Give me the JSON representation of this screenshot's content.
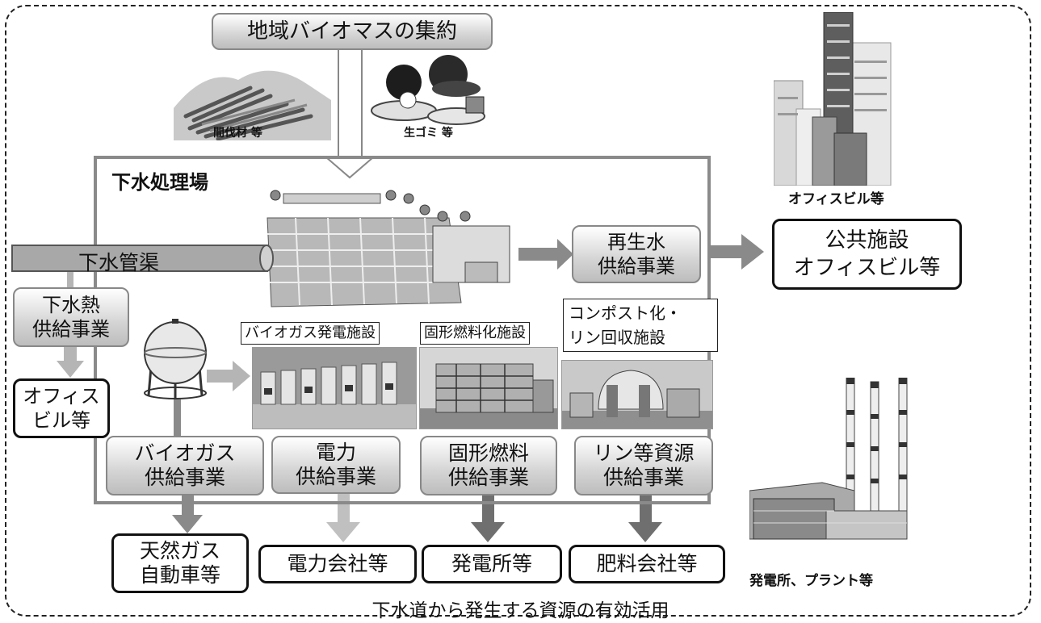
{
  "top_box": "地域バイオマスの集約",
  "thinning_caption": "間伐材 等",
  "garbage_caption": "生ゴミ 等",
  "plant_title": "下水処理場",
  "sewer_pipe": "下水管渠",
  "sewer_heat": [
    "下水熱",
    "供給事業"
  ],
  "office_small": [
    "オフィス",
    "ビル等"
  ],
  "reclaimed_water": [
    "再生水",
    "供給事業"
  ],
  "public_facility": [
    "公共施設",
    "オフィスビル等"
  ],
  "office_building_caption": "オフィスビル等",
  "facility_labels": {
    "biogas_power": "バイオガス発電施設",
    "solid_fuel": "固形燃料化施設",
    "compost": [
      "コンポスト化・",
      "リン回収施設"
    ]
  },
  "business_boxes": {
    "biogas": [
      "バイオガス",
      "供給事業"
    ],
    "power": [
      "電力",
      "供給事業"
    ],
    "solid_fuel": [
      "固形燃料",
      "供給事業"
    ],
    "phosphorus": [
      "リン等資源",
      "供給事業"
    ]
  },
  "destinations": {
    "natural_gas_car": [
      "天然ガス",
      "自動車等"
    ],
    "power_company": "電力会社等",
    "power_station": "発電所等",
    "fertilizer_company": "肥料会社等"
  },
  "plant_caption": "発電所、プラント等",
  "footer_title": "下水道から発生する資源の有効活用"
}
